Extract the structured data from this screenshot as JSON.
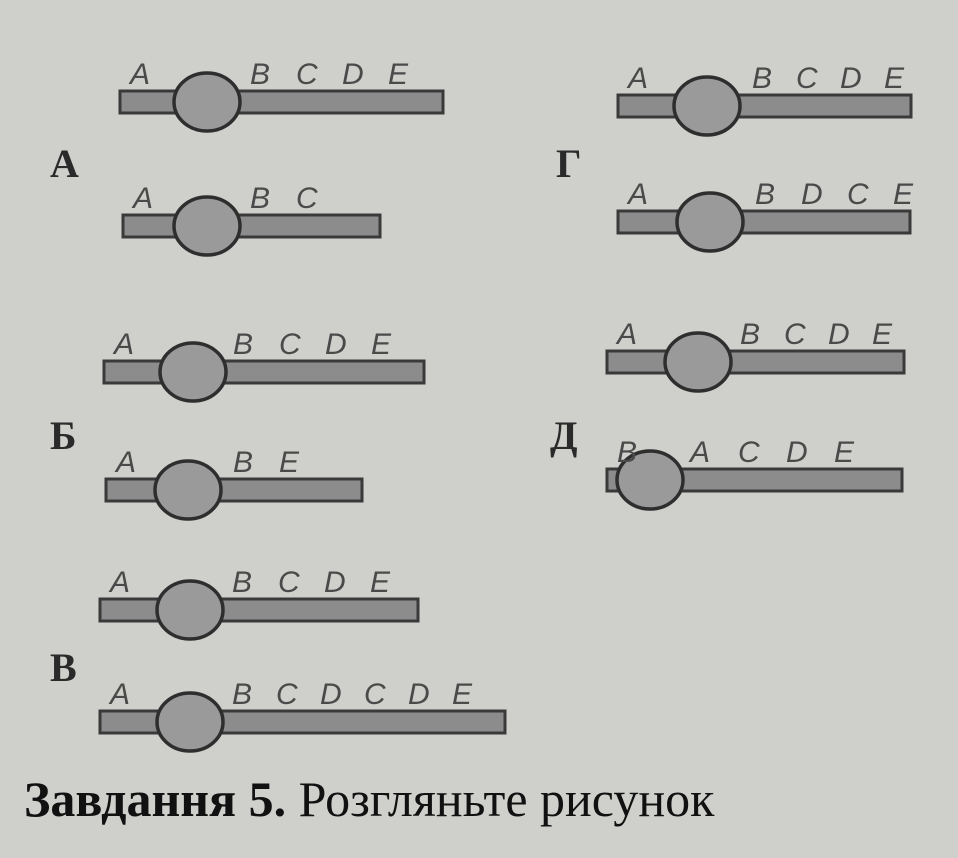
{
  "groups": [
    {
      "label": "А",
      "chromosomes": [
        {
          "genes_left": [
            "A"
          ],
          "genes_right": [
            "B",
            "C",
            "D",
            "E"
          ]
        },
        {
          "genes_left": [
            "A"
          ],
          "genes_right": [
            "B",
            "C"
          ]
        }
      ]
    },
    {
      "label": "Б",
      "chromosomes": [
        {
          "genes_left": [
            "A"
          ],
          "genes_right": [
            "B",
            "C",
            "D",
            "E"
          ]
        },
        {
          "genes_left": [
            "A"
          ],
          "genes_right": [
            "B",
            "E"
          ]
        }
      ]
    },
    {
      "label": "В",
      "chromosomes": [
        {
          "genes_left": [
            "A"
          ],
          "genes_right": [
            "B",
            "C",
            "D",
            "E"
          ]
        },
        {
          "genes_left": [
            "A"
          ],
          "genes_right": [
            "B",
            "C",
            "D",
            "C",
            "D",
            "E"
          ]
        }
      ]
    },
    {
      "label": "Г",
      "chromosomes": [
        {
          "genes_left": [
            "A"
          ],
          "genes_right": [
            "B",
            "C",
            "D",
            "E"
          ]
        },
        {
          "genes_left": [
            "A"
          ],
          "genes_right": [
            "B",
            "D",
            "C",
            "E"
          ]
        }
      ]
    },
    {
      "label": "Д",
      "chromosomes": [
        {
          "genes_left": [
            "A"
          ],
          "genes_right": [
            "B",
            "C",
            "D",
            "E"
          ]
        },
        {
          "genes_left": [
            "B"
          ],
          "genes_right": [
            "A",
            "C",
            "D",
            "E"
          ]
        }
      ]
    }
  ],
  "caption": {
    "bold": "Завдання 5.",
    "text": " Розгляньте рисунок"
  }
}
